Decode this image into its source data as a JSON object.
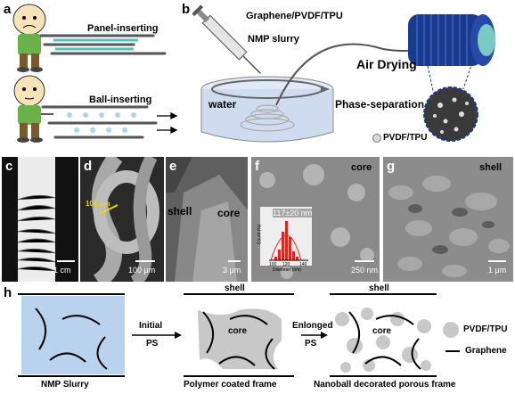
{
  "panels": {
    "a": {
      "label": "a",
      "panel_inserting": "Panel-inserting",
      "ball_inserting": "Ball-inserting"
    },
    "b": {
      "label": "b",
      "slurry_line1": "Graphene/PVDF/TPU",
      "slurry_line2": "NMP slurry",
      "air_drying": "Air Drying",
      "water": "water",
      "phase_separation": "Phase-separation",
      "legend": "PVDF/TPU"
    },
    "c": {
      "label": "c",
      "scale": "1 cm"
    },
    "d": {
      "label": "d",
      "scale": "100 μm",
      "measure": "100 μm"
    },
    "e": {
      "label": "e",
      "scale": "3 μm",
      "shell": "shell",
      "core": "core"
    },
    "f": {
      "label": "f",
      "scale": "250 nm",
      "core": "core",
      "inset": {
        "annotation": "117±20 nm",
        "xlabel": "Diameter (nm)",
        "ylabel": "Count (%)",
        "xticks": [
          "100",
          "120",
          "140"
        ]
      }
    },
    "g": {
      "label": "g",
      "scale": "1 μm",
      "shell": "shell"
    },
    "h": {
      "label": "h",
      "step1_line1": "Initial",
      "step1_line2": "PS",
      "step2_line1": "Enlonged",
      "step2_line2": "PS",
      "frame1": "NMP Slurry",
      "frame2": "Polymer coated frame",
      "frame3": "Nanoball decorated porous frame",
      "shell_top_2": "shell",
      "core_2": "core",
      "shell_top_3": "shell",
      "core_3": "core",
      "legend_ball": "PVDF/TPU",
      "legend_line": "Graphene"
    }
  },
  "colors": {
    "slurry_blue": "#b9d3ee",
    "polymer_gray": "#c8c8c8",
    "histogram_red": "#e0241c",
    "fiber_blue": "#1a3b8c"
  }
}
